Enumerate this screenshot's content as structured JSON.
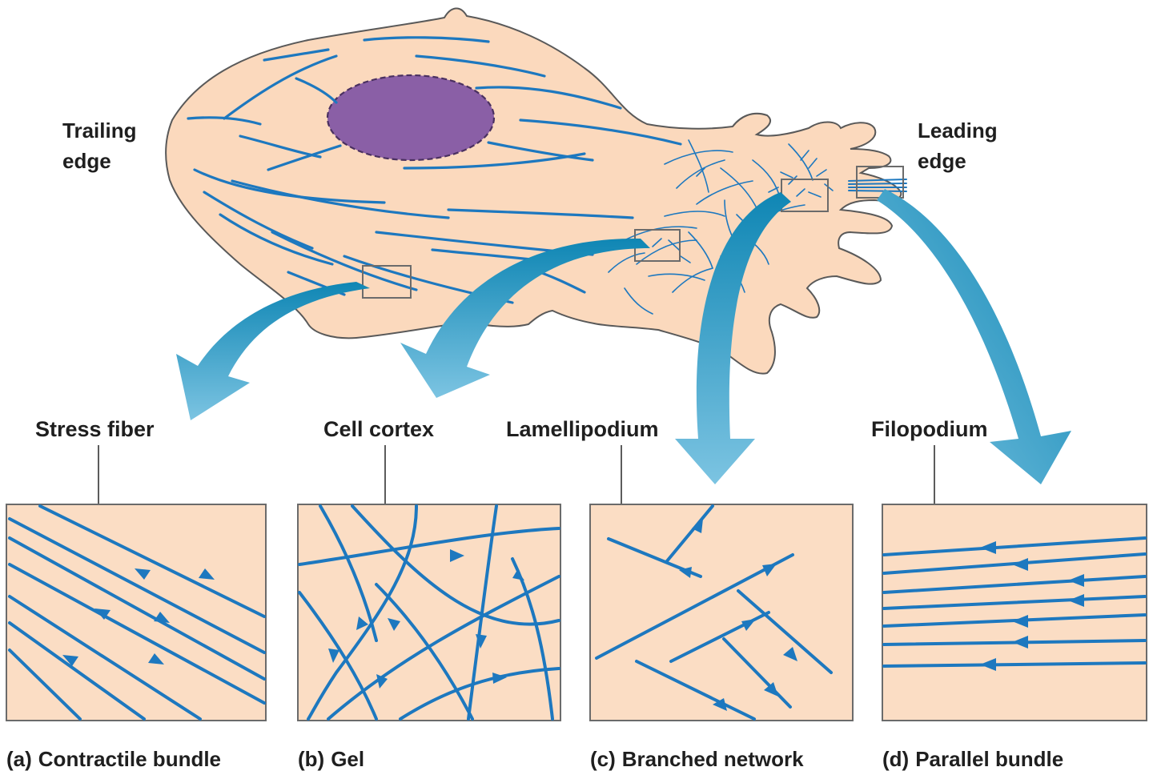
{
  "cell": {
    "trailing_label": [
      "Trailing",
      "edge"
    ],
    "leading_label": [
      "Leading",
      "edge"
    ]
  },
  "structures": [
    {
      "id": "stress-fiber",
      "label": "Stress fiber"
    },
    {
      "id": "cell-cortex",
      "label": "Cell cortex"
    },
    {
      "id": "lamellipodium",
      "label": "Lamellipodium"
    },
    {
      "id": "filopodium",
      "label": "Filopodium"
    }
  ],
  "panels": [
    {
      "letter": "(a)",
      "caption": "Contractile bundle"
    },
    {
      "letter": "(b)",
      "caption": "Gel"
    },
    {
      "letter": "(c)",
      "caption": "Branched network"
    },
    {
      "letter": "(d)",
      "caption": "Parallel bundle"
    }
  ],
  "colors": {
    "cytoplasm": "#fbd9bd",
    "outline": "#595959",
    "actin": "#1d78bf",
    "nucleus": "#8a5fa6",
    "arrow": "#3ea6cf",
    "box_fill": "#fbddc4",
    "text": "#1f1f1f"
  }
}
